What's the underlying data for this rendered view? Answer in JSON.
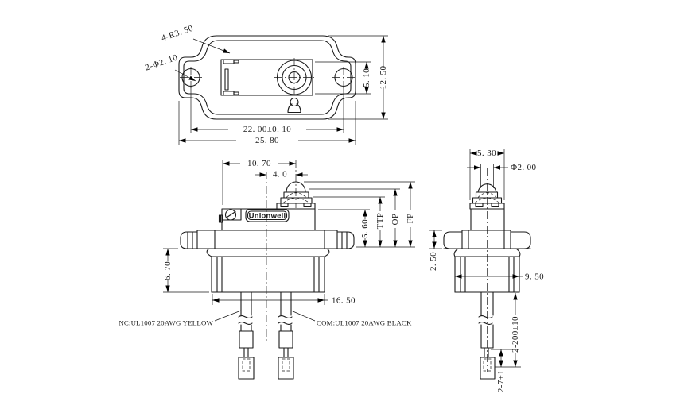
{
  "meta": {
    "background": "#ffffff",
    "line_color": "#1a1a1a"
  },
  "brand": {
    "logo_text": "Unionwell"
  },
  "top_view": {
    "corner_radius": "4-R3. 50",
    "mount_holes": "2-Φ2. 10",
    "recess_height": "5. 10",
    "body_height": "12. 50",
    "hole_spacing": "22. 00±0. 10",
    "overall_width": "25. 80"
  },
  "front_view": {
    "body_width": "10. 70",
    "plunger_offset": "4. 0",
    "body_height": "5. 60",
    "travel_ttp": "TTP",
    "travel_op": "OP",
    "travel_fp": "FP",
    "base_height": "6. 70",
    "base_width": "16. 50",
    "wire_nc": "NC:UL1007 20AWG YELLOW",
    "wire_com": "COM:UL1007 20AWG BLACK"
  },
  "side_view": {
    "plunger_width": "5. 30",
    "tip_diameter": "Φ2. 00",
    "flange_thickness": "2. 50",
    "base_diameter": "9. 50",
    "wire_length": "2-200±10",
    "terminal_length": "2-7±1"
  }
}
